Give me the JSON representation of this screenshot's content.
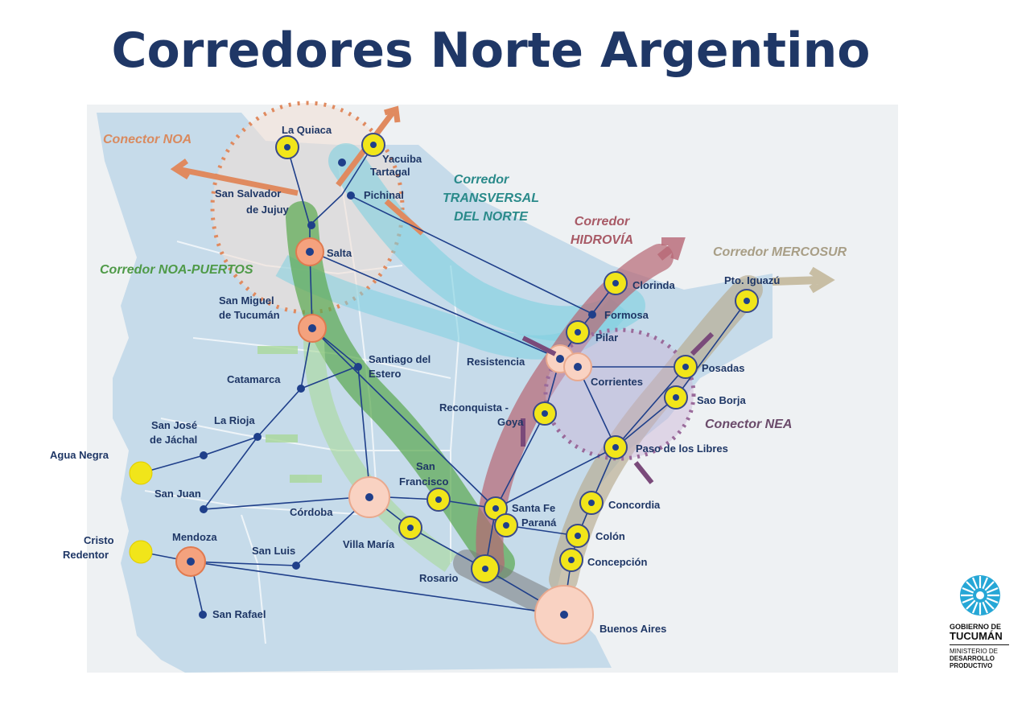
{
  "title": "Corredores Norte Argentino",
  "corridors": {
    "noa_conector": "Conector NOA",
    "transversal_1": "Corredor",
    "transversal_2": "TRANSVERSAL",
    "transversal_3": "DEL NORTE",
    "hidrovia_1": "Corredor",
    "hidrovia_2": "HIDROVÍA",
    "mercosur": "Corredor MERCOSUR",
    "noa_puertos": "Corredor NOA-PUERTOS",
    "nea_conector": "Conector NEA"
  },
  "cities": {
    "la_quiaca": "La Quiaca",
    "yacuiba": "Yacuiba",
    "tartagal": "Tartagal",
    "pichinal": "Pichinal",
    "san_salvador_1": "San Salvador",
    "san_salvador_2": "de Jujuy",
    "salta": "Salta",
    "tucuman_1": "San Miguel",
    "tucuman_2": "de Tucumán",
    "santiago_1": "Santiago del",
    "santiago_2": "Estero",
    "catamarca": "Catamarca",
    "la_rioja": "La Rioja",
    "jachal_1": "San José",
    "jachal_2": "de Jáchal",
    "agua_negra": "Agua Negra",
    "san_juan": "San Juan",
    "cordoba": "Córdoba",
    "cristo_1": "Cristo",
    "cristo_2": "Redentor",
    "mendoza": "Mendoza",
    "san_luis": "San Luis",
    "villa_maria": "Villa María",
    "san_rafael": "San Rafael",
    "san_francisco_1": "San",
    "san_francisco_2": "Francisco",
    "santa_fe": "Santa Fe",
    "parana": "Paraná",
    "rosario": "Rosario",
    "buenos_aires": "Buenos Aires",
    "reconquista_1": "Reconquista -",
    "reconquista_2": "Goya",
    "resistencia": "Resistencia",
    "corrientes": "Corrientes",
    "clorinda": "Clorinda",
    "formosa": "Formosa",
    "pilar": "Pilar",
    "pto_iguazu": "Pto. Iguazú",
    "posadas": "Posadas",
    "sao_borja": "Sao Borja",
    "paso_libres": "Paso de los Libres",
    "concordia": "Concordia",
    "colon": "Colón",
    "concepcion": "Concepción"
  },
  "logo": {
    "line1": "GOBIERNO DE",
    "line2": "TUCUMÁN",
    "line3": "MINISTERIO DE",
    "line4": "DESARROLLO",
    "line5": "PRODUCTIVO"
  },
  "colors": {
    "title": "#1f3766",
    "noa": "#e07a4f",
    "transversal": "#2a8a8a",
    "hidrovia": "#a85a66",
    "mercosur": "#a89e86",
    "noa_puertos": "#4f9a48",
    "nea": "#6a4a6a"
  }
}
